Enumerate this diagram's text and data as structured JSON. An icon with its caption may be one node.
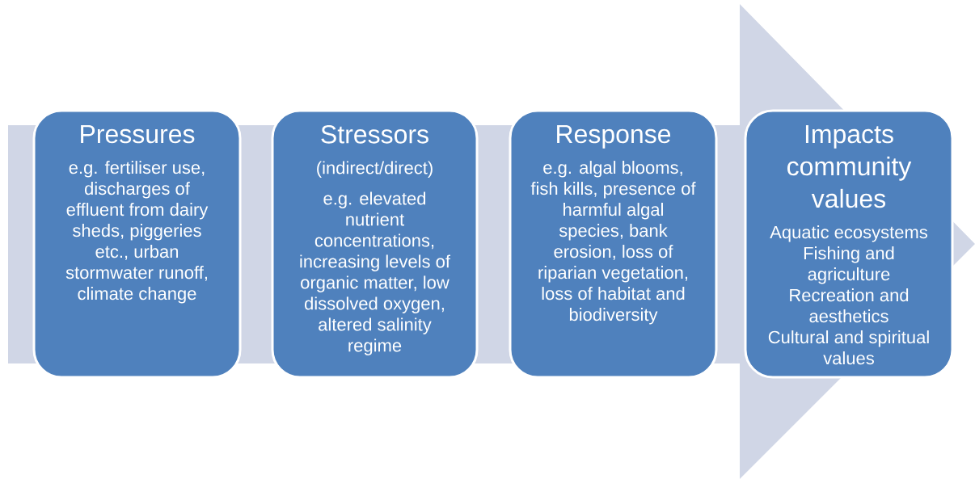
{
  "diagram": {
    "nodes": [
      {
        "text": [
          "Pressures",
          "e.g. fertiliser use, discharges of effluent from dairy sheds, piggeries etc., urban stormwater runoff, climate change"
        ]
      },
      {
        "text": [
          "Stressors",
          "(indirect/direct)",
          "e.g. elevated nutrient concentrations, increasing levels of organic matter, low dissolved oxygen, altered salinity regime"
        ]
      },
      {
        "text": [
          "Response",
          "e.g. algal blooms, fish kills, presence of harmful algal species, bank erosion, loss of riparian vegetation, loss of habitat and biodiversity"
        ]
      },
      {
        "text": [
          "Impacts community values",
          "Aquatic ecosystems",
          "Fishing and agriculture",
          "Recreation and aesthetics",
          "Cultural and spiritual values"
        ]
      }
    ],
    "edges": [
      {
        "from": 0,
        "to": 3,
        "arrow": "to"
      }
    ]
  }
}
